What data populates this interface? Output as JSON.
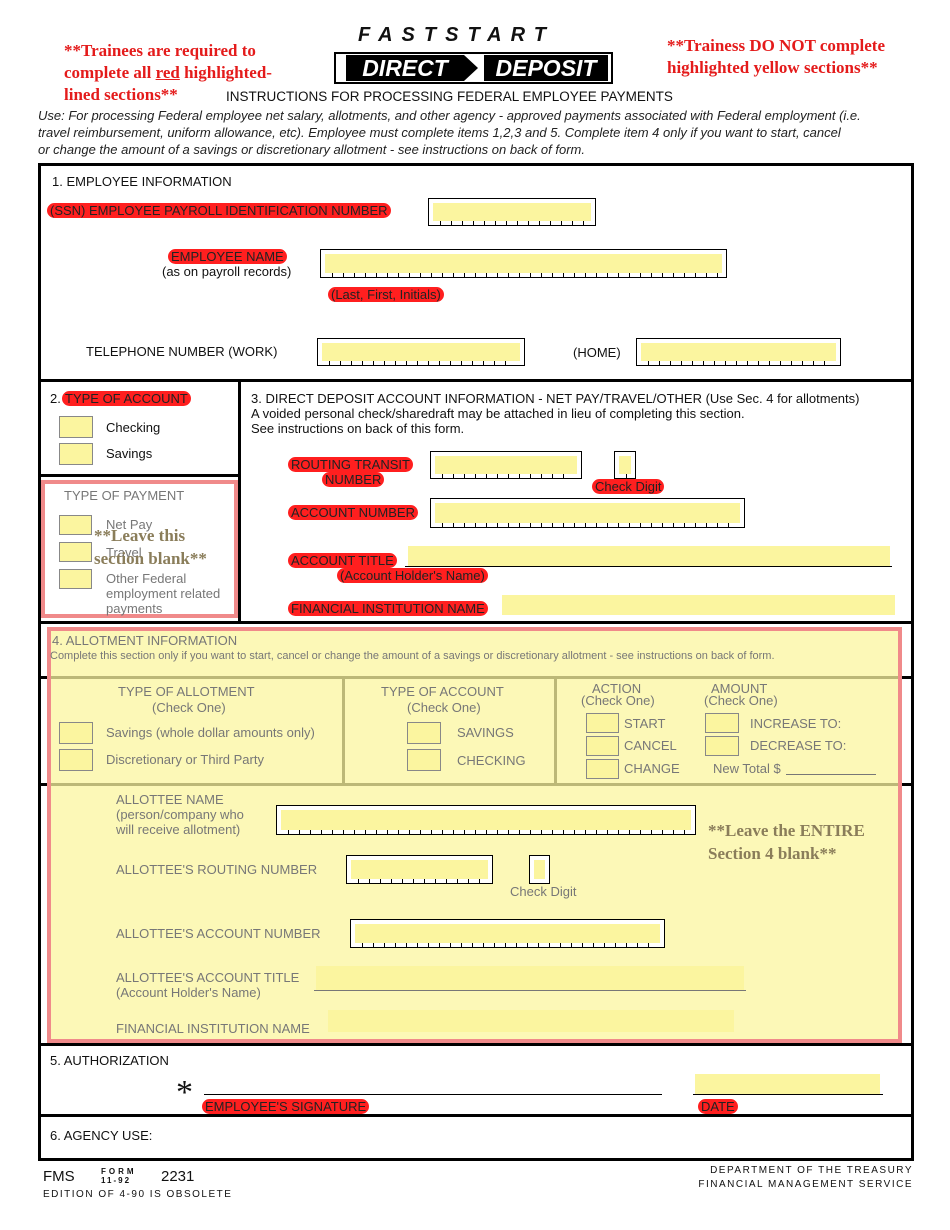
{
  "header": {
    "trainee_note_1": "**Trainees are required to",
    "trainee_note_2a": "complete all ",
    "trainee_note_2b": "red",
    "trainee_note_2c": " highlighted-",
    "trainee_note_3": "lined sections**",
    "right_note_1": "**Trainess DO NOT complete",
    "right_note_2": "highlighted yellow sections**",
    "faststart": "FASTSTART",
    "logo_direct": "DIRECT",
    "logo_deposit": "DEPOSIT",
    "instructions_title": "INSTRUCTIONS FOR PROCESSING FEDERAL EMPLOYEE PAYMENTS",
    "use_line_1": "Use: For processing Federal employee net salary, allotments, and other agency - approved payments associated with Federal employment (i.e.",
    "use_line_2": "travel reimbursement, uniform allowance, etc).  Employee must complete items 1,2,3 and 5.  Complete item 4 only if you want to start, cancel",
    "use_line_3": "or change the amount of a savings or discretionary allotment - see instructions on back of form."
  },
  "section1": {
    "title": "1. EMPLOYEE INFORMATION",
    "ssn_label": "(SSN) EMPLOYEE PAYROLL IDENTIFICATION NUMBER",
    "name_label": "EMPLOYEE NAME",
    "name_sub": "(as on payroll records)",
    "name_hint": "(Last, First, Initials)",
    "phone_work": "TELEPHONE NUMBER (WORK)",
    "phone_home": "(HOME)"
  },
  "section2": {
    "title_num": "2. ",
    "title": "TYPE OF ACCOUNT",
    "checking": "Checking",
    "savings": "Savings",
    "payment_title": "TYPE OF PAYMENT",
    "net_pay": "Net Pay",
    "travel": "Travel",
    "other_1": "Other Federal",
    "other_2": "employment related",
    "other_3": "payments",
    "leave_1": "**Leave this",
    "leave_2": "section blank**"
  },
  "section3": {
    "title": "3. DIRECT DEPOSIT ACCOUNT INFORMATION - NET PAY/TRAVEL/OTHER (Use Sec. 4 for allotments)",
    "line2": "A voided personal check/sharedraft may be attached in lieu of completing this section.",
    "line3": "See instructions on back of this form.",
    "routing_1": "ROUTING TRANSIT",
    "routing_2": "NUMBER",
    "check_digit": "Check Digit",
    "account_number": "ACCOUNT NUMBER",
    "account_title": "ACCOUNT TITLE",
    "account_holder": "(Account Holder's Name)",
    "fi_name": "FINANCIAL INSTITUTION NAME"
  },
  "section4": {
    "title": "4. ALLOTMENT INFORMATION",
    "desc": "Complete this section only if you want to start, cancel or change the amount of a savings or discretionary allotment - see instructions on back of form.",
    "type_allot": "TYPE OF ALLOTMENT",
    "check_one": "(Check One)",
    "savings_whole": "Savings (whole dollar amounts only)",
    "discretionary": "Discretionary or Third Party",
    "type_account": "TYPE OF ACCOUNT",
    "savings": "SAVINGS",
    "checking": "CHECKING",
    "action": "ACTION",
    "amount": "AMOUNT",
    "start": "START",
    "cancel": "CANCEL",
    "change": "CHANGE",
    "increase": "INCREASE TO:",
    "decrease": "DECREASE TO:",
    "new_total": "New Total $",
    "allottee_name": "ALLOTTEE NAME",
    "allottee_sub_1": "(person/company who",
    "allottee_sub_2": "will receive allotment)",
    "allottee_routing": "ALLOTTEE'S ROUTING NUMBER",
    "check_digit": "Check Digit",
    "allottee_account": "ALLOTTEE'S ACCOUNT NUMBER",
    "allottee_title": "ALLOTTEE'S ACCOUNT TITLE",
    "allottee_holder": "(Account Holder's Name)",
    "fi_name": "FINANCIAL INSTITUTION NAME",
    "leave_1": "**Leave the ENTIRE",
    "leave_2": "Section 4 blank**"
  },
  "section5": {
    "title": "5. AUTHORIZATION",
    "asterisk": "*",
    "signature": "EMPLOYEE'S SIGNATURE",
    "date": "DATE"
  },
  "section6": {
    "title": "6. AGENCY USE:"
  },
  "footer": {
    "fms": "FMS",
    "form_word": "FORM",
    "form_date": "11-92",
    "form_num": "2231",
    "edition": "EDITION OF 4-90 IS OBSOLETE",
    "dept_1": "DEPARTMENT OF THE TREASURY",
    "dept_2": "FINANCIAL MANAGEMENT SERVICE"
  },
  "colors": {
    "red_highlight": "#ff1f1f",
    "yellow_highlight": "#fbf59f",
    "note_red": "#e41b1b",
    "frame_red": "#f08a8a"
  }
}
